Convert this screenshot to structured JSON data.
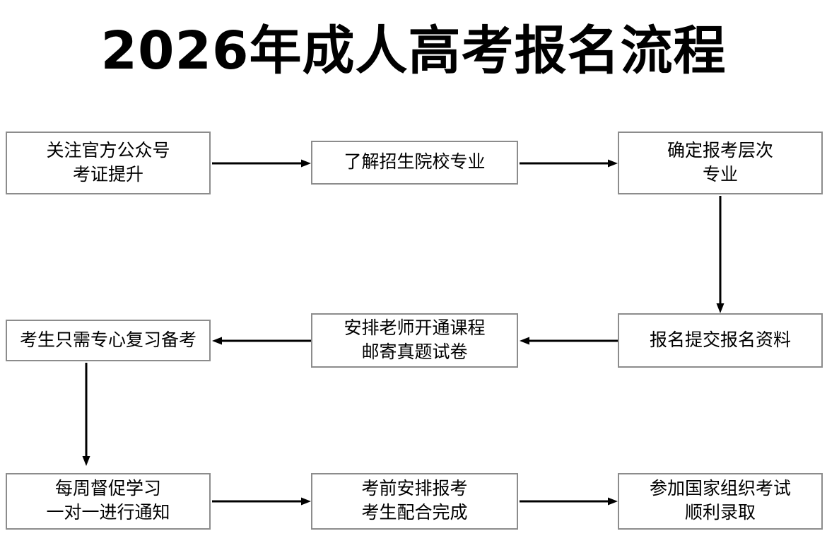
{
  "diagram": {
    "title": "2026年成人高考报名流程",
    "type": "flowchart",
    "node_border_color": "#8c8c8c",
    "arrow_color": "#000000",
    "background": "#ffffff",
    "nodes": [
      {
        "id": "n1",
        "line1": "关注官方公众号",
        "line2": "考证提升"
      },
      {
        "id": "n2",
        "line1": "了解招生院校专业",
        "line2": ""
      },
      {
        "id": "n3",
        "line1": "确定报考层次",
        "line2": "专业"
      },
      {
        "id": "n4",
        "line1": "报名提交报名资料",
        "line2": ""
      },
      {
        "id": "n5",
        "line1": "安排老师开通课程",
        "line2": "邮寄真题试卷"
      },
      {
        "id": "n6",
        "line1": "考生只需专心复习备考",
        "line2": ""
      },
      {
        "id": "n7",
        "line1": "每周督促学习",
        "line2": "一对一进行通知"
      },
      {
        "id": "n8",
        "line1": "考前安排报考",
        "line2": "考生配合完成"
      },
      {
        "id": "n9",
        "line1": "参加国家组织考试",
        "line2": "顺利录取"
      }
    ],
    "edges": [
      {
        "from": "n1",
        "to": "n2",
        "direction": "right"
      },
      {
        "from": "n2",
        "to": "n3",
        "direction": "right"
      },
      {
        "from": "n3",
        "to": "n4",
        "direction": "down"
      },
      {
        "from": "n4",
        "to": "n5",
        "direction": "left"
      },
      {
        "from": "n5",
        "to": "n6",
        "direction": "left"
      },
      {
        "from": "n6",
        "to": "n7",
        "direction": "down"
      },
      {
        "from": "n7",
        "to": "n8",
        "direction": "right"
      },
      {
        "from": "n8",
        "to": "n9",
        "direction": "right"
      }
    ]
  }
}
